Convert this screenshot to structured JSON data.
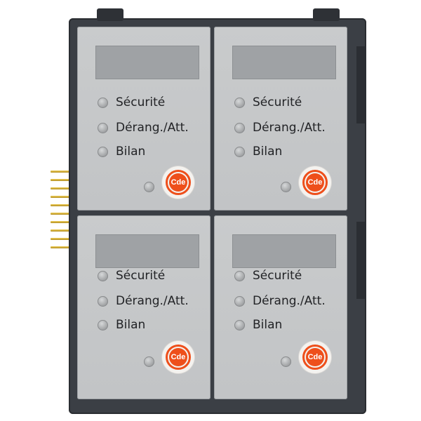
{
  "labels": {
    "securite": "Sécurité",
    "derang": "Dérang./Att.",
    "bilan": "Bilan",
    "cde": "Cde"
  },
  "modules": [
    {
      "id": "top-left"
    },
    {
      "id": "top-right"
    },
    {
      "id": "bottom-left"
    },
    {
      "id": "bottom-right"
    }
  ],
  "colors": {
    "housing": "#3b3f45",
    "panel": "#c7c9cb",
    "display": "#9fa2a5",
    "cde_accent": "#ee4f1b"
  }
}
